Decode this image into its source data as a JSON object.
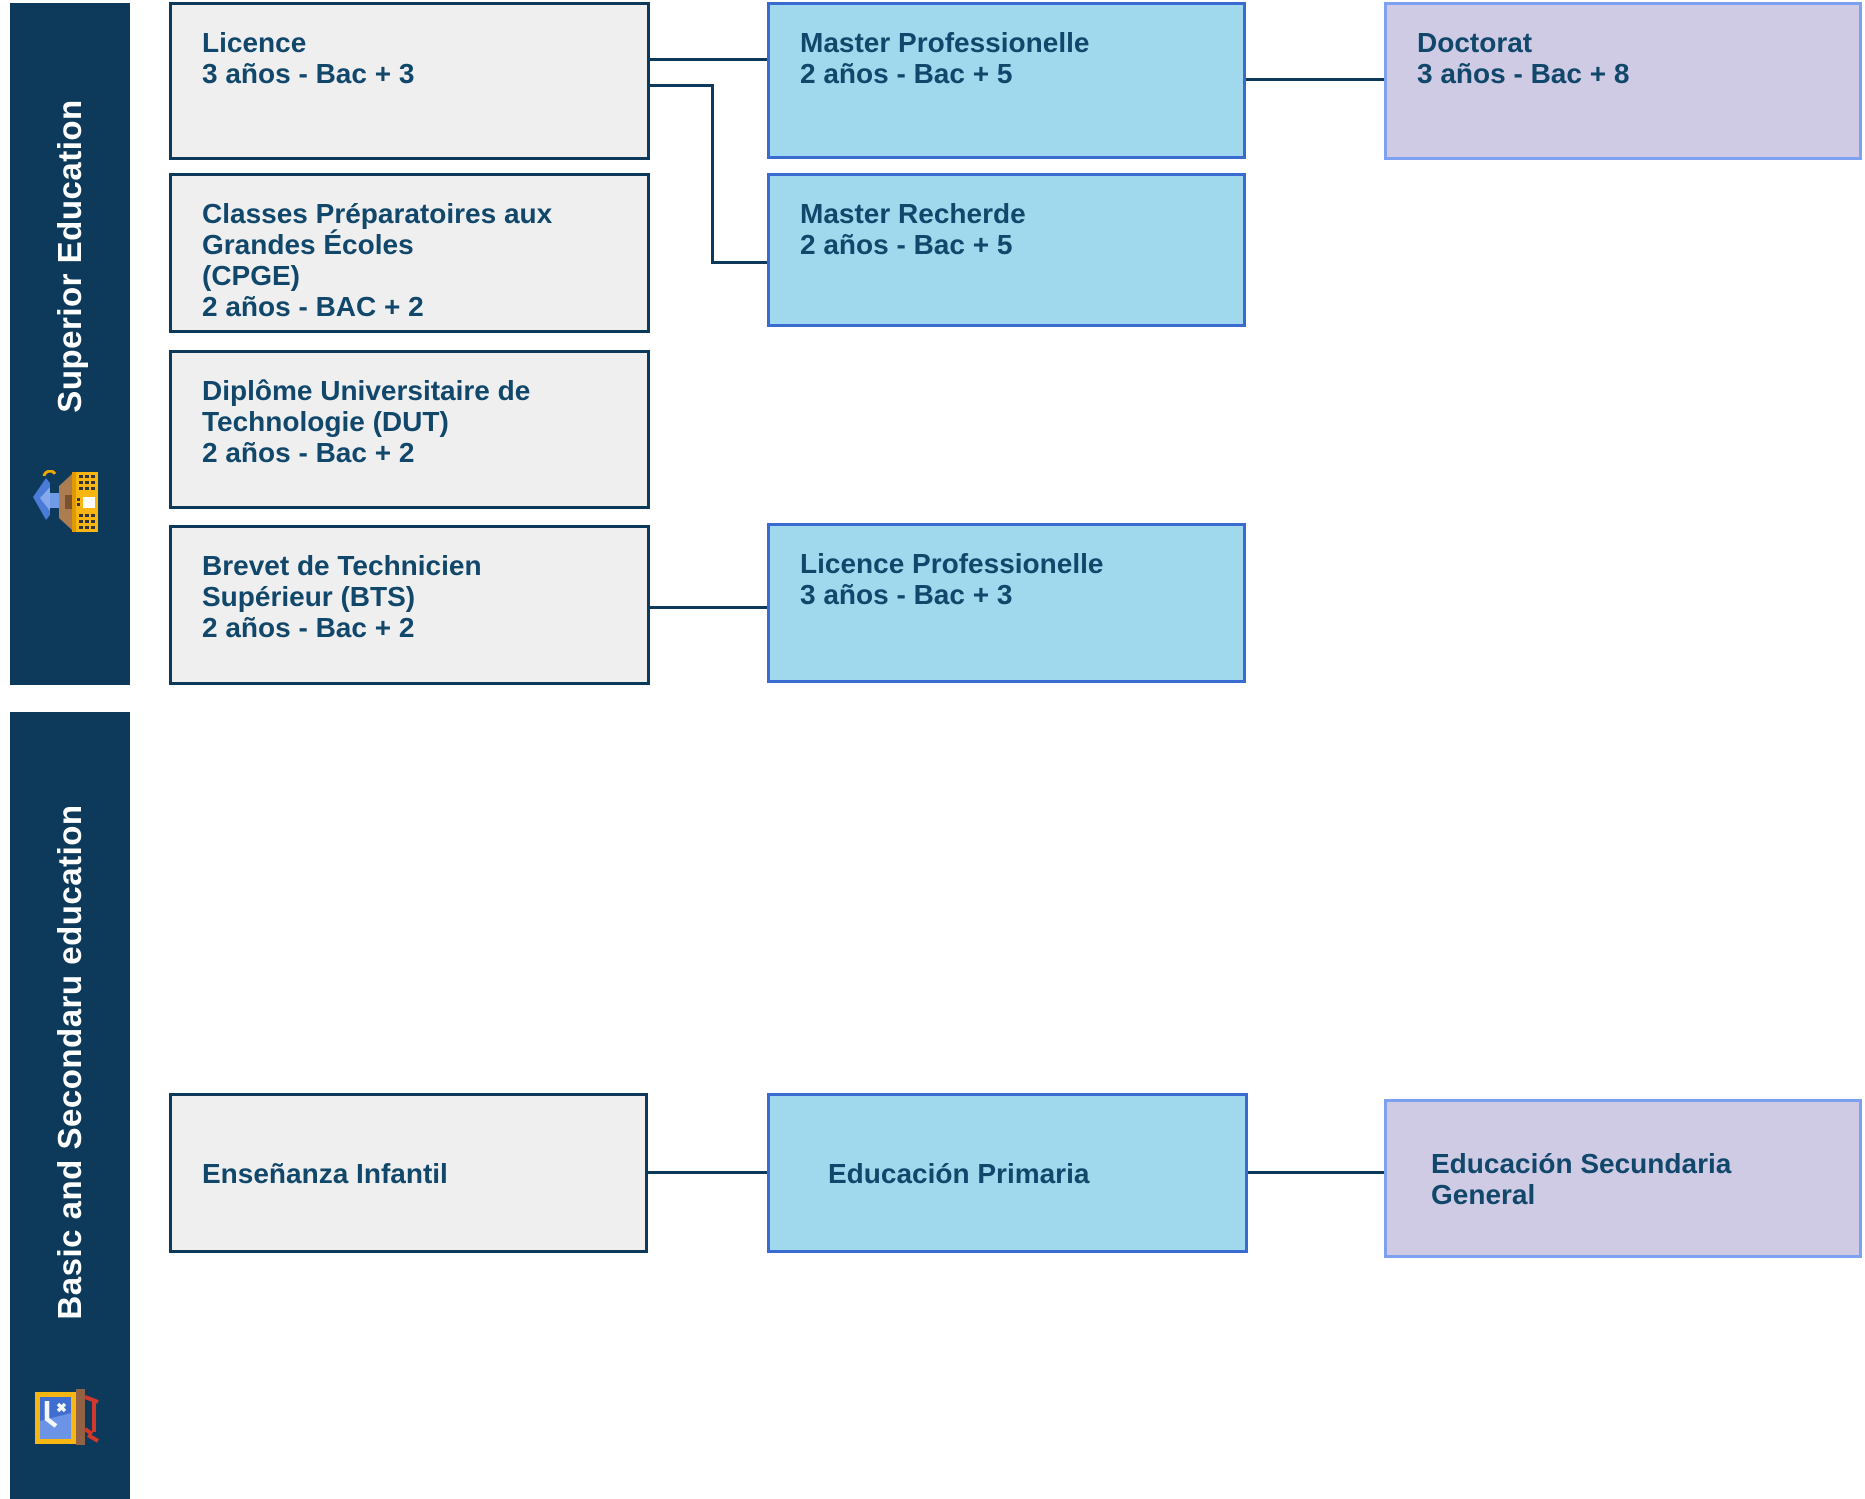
{
  "diagram_title": "Education system pathways diagram",
  "palette": {
    "band_background": "#0d3a5a",
    "band_text": "#ffffff",
    "gray_fill": "#efefef",
    "gray_border": "#0d3a5a",
    "blue_fill": "#a0d9ee",
    "blue_border": "#3a6bd0",
    "purple_fill": "#cfcbe4",
    "purple_border": "#7da0f0",
    "box_text": "#10476a",
    "connector": "#0d3a5a"
  },
  "bands": [
    {
      "id": "superior",
      "label": "Superior Education",
      "icon": "school-building-icon"
    },
    {
      "id": "basic",
      "label": "Basic and Secondaru education",
      "icon": "classroom-board-icon"
    }
  ],
  "boxes": [
    {
      "id": "licence",
      "style": "gray",
      "section": "superior",
      "lines": [
        "Licence",
        "3 años - Bac + 3"
      ]
    },
    {
      "id": "cpge",
      "style": "gray",
      "section": "superior",
      "lines": [
        "Classes Préparatoires aux",
        "Grandes Écoles",
        "(CPGE)",
        "2 años - BAC + 2"
      ]
    },
    {
      "id": "dut",
      "style": "gray",
      "section": "superior",
      "lines": [
        "Diplôme Universitaire de",
        "Technologie (DUT)",
        "2 años - Bac + 2"
      ]
    },
    {
      "id": "bts",
      "style": "gray",
      "section": "superior",
      "lines": [
        "Brevet de Technicien",
        "Supérieur (BTS)",
        "2 años - Bac + 2"
      ]
    },
    {
      "id": "master-professionelle",
      "style": "blue",
      "section": "superior",
      "lines": [
        "Master Professionelle",
        "2 años - Bac + 5"
      ]
    },
    {
      "id": "master-recherde",
      "style": "blue",
      "section": "superior",
      "lines": [
        "Master Recherde",
        "2 años - Bac + 5"
      ]
    },
    {
      "id": "licence-professionelle",
      "style": "blue",
      "section": "superior",
      "lines": [
        "Licence Professionelle",
        "3 años - Bac + 3"
      ]
    },
    {
      "id": "doctorat",
      "style": "purple",
      "section": "superior",
      "lines": [
        "Doctorat",
        "3 años - Bac + 8"
      ]
    },
    {
      "id": "ensenanza-infantil",
      "style": "gray",
      "section": "basic",
      "lines": [
        "Enseñanza Infantil"
      ]
    },
    {
      "id": "educacion-primaria",
      "style": "blue",
      "section": "basic",
      "lines": [
        "Educación Primaria"
      ]
    },
    {
      "id": "educacion-secundaria",
      "style": "purple",
      "section": "basic",
      "lines": [
        "Educación Secundaria",
        "General"
      ]
    }
  ],
  "connections": [
    {
      "from": "licence",
      "to": "master-professionelle"
    },
    {
      "from": "licence",
      "to": "master-recherde"
    },
    {
      "from": "master-professionelle",
      "to": "doctorat"
    },
    {
      "from": "bts",
      "to": "licence-professionelle"
    },
    {
      "from": "ensenanza-infantil",
      "to": "educacion-primaria"
    },
    {
      "from": "educacion-primaria",
      "to": "educacion-secundaria"
    }
  ]
}
